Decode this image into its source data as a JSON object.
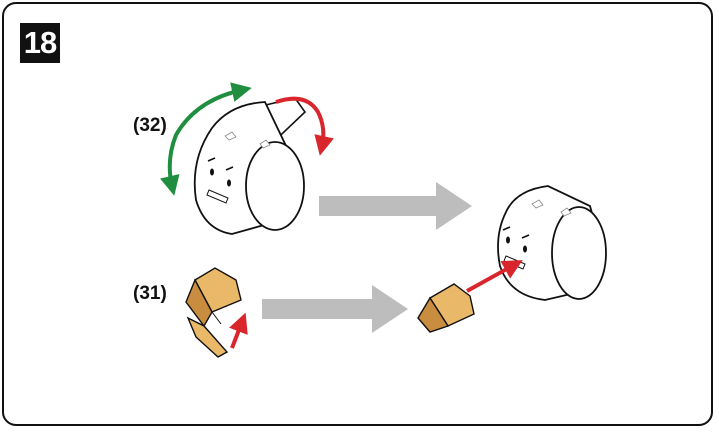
{
  "step": {
    "number": "18"
  },
  "parts": [
    {
      "id": "32",
      "label": "(32)"
    },
    {
      "id": "31",
      "label": "(31)"
    }
  ],
  "colors": {
    "frame": "#111111",
    "flow_arrow": "#bdbdbd",
    "rotate_green": "#1f8f3f",
    "rotate_red": "#d9262c",
    "insert_arrow": "#d9262c",
    "paper_tan": "#e9b868",
    "paper_shade": "#c98d3f"
  },
  "icons": [
    "rotate-cw-green-arrow-icon",
    "rotate-red-arrow-icon",
    "flow-arrow-icon",
    "insert-arrow-icon"
  ]
}
